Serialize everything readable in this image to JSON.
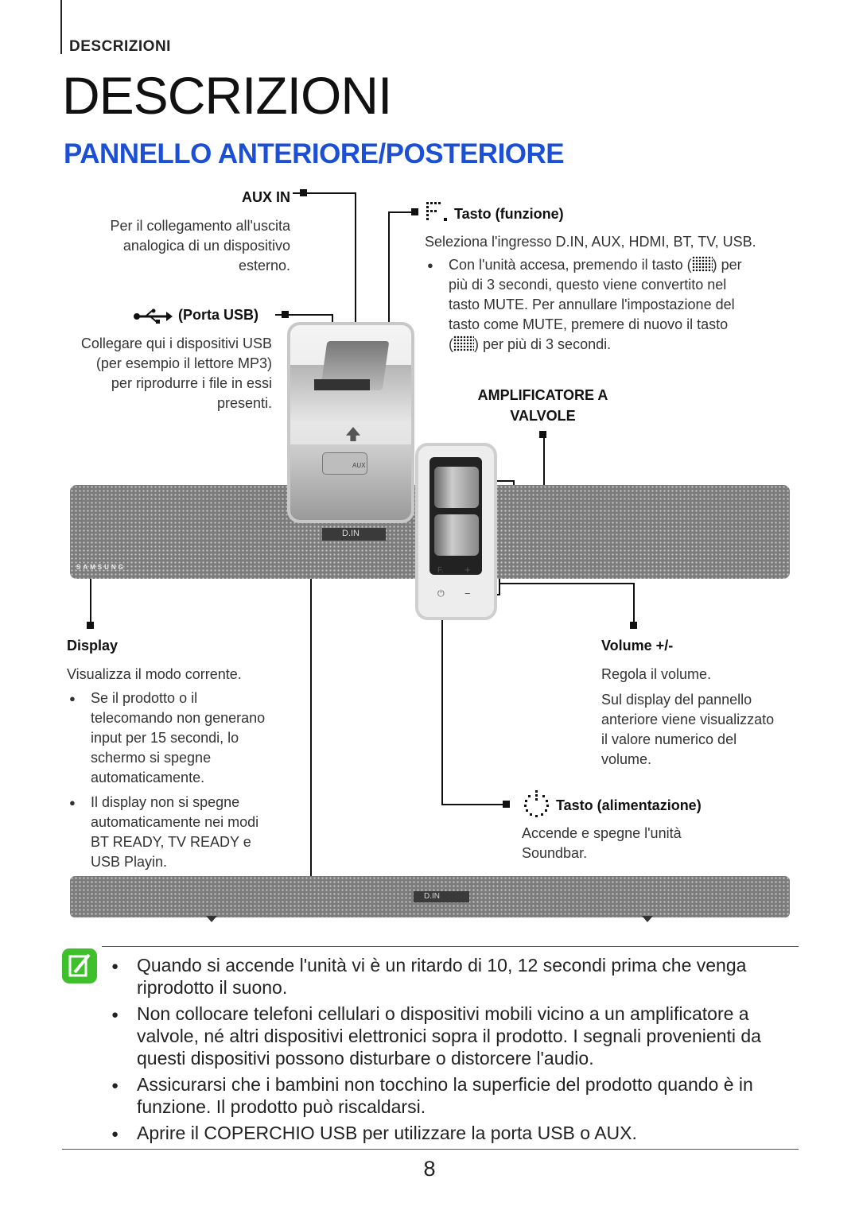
{
  "header": {
    "section": "DESCRIZIONI",
    "title": "DESCRIZIONI",
    "subtitle": "PANNELLO ANTERIORE/POSTERIORE"
  },
  "aux": {
    "label": "AUX IN",
    "desc": [
      "Per il collegamento all'uscita",
      "analogica di un dispositivo",
      "esterno."
    ]
  },
  "usb": {
    "label": "(Porta USB)",
    "desc": [
      "Collegare qui i dispositivi USB",
      "(per esempio il lettore MP3)",
      "per riprodurre i file in essi",
      "presenti."
    ]
  },
  "func": {
    "label": "Tasto (funzione)",
    "desc": "Seleziona l'ingresso D.IN, AUX, HDMI, BT, TV, USB.",
    "bullet_a": "Con l'unità accesa, premendo il tasto (",
    "bullet_b": ") per",
    "bullet_lines": [
      "più di 3 secondi, questo viene convertito nel",
      "tasto MUTE. Per annullare l'impostazione del",
      "tasto come MUTE, premere di nuovo il tasto"
    ],
    "bullet_c": "(",
    "bullet_d": ") per più di 3 secondi."
  },
  "amp": {
    "label1": "AMPLIFICATORE A",
    "label2": "VALVOLE"
  },
  "display": {
    "label": "Display",
    "desc": "Visualizza il modo corrente.",
    "bullet1": [
      "Se il prodotto o il",
      "telecomando non generano",
      "input per 15 secondi, lo",
      "schermo si spegne",
      "automaticamente."
    ],
    "bullet2": [
      "Il display non si spegne",
      "automaticamente nei modi",
      "BT READY, TV READY e",
      "USB Playin."
    ]
  },
  "volume": {
    "label": "Volume +/-",
    "desc": "Regola il volume.",
    "desc2": [
      "Sul display del pannello",
      "anteriore viene visualizzato",
      "il valore numerico del",
      "volume."
    ]
  },
  "power": {
    "label": "Tasto (alimentazione)",
    "desc": [
      "Accende e spegne l'unità",
      "Soundbar."
    ]
  },
  "device": {
    "display_text": "D.IN",
    "brand": "SAMSUNG",
    "btn_f": "F.",
    "btn_plus": "+",
    "btn_minus": "−",
    "btn_power": "⏻",
    "aux_tag": "AUX"
  },
  "notes": [
    "Quando si accende l'unità vi è un ritardo di 10, 12 secondi prima che venga riprodotto il suono.",
    "Non collocare telefoni cellulari o dispositivi mobili vicino a un amplificatore a valvole, né altri dispositivi elettronici sopra il prodotto. I segnali provenienti da questi dispositivi possono disturbare o distorcere l'audio.",
    "Assicurarsi che i bambini non tocchino la superficie del prodotto quando è in funzione. Il prodotto può riscaldarsi.",
    "Aprire il COPERCHIO USB per utilizzare la porta USB o AUX."
  ],
  "page_number": "8"
}
